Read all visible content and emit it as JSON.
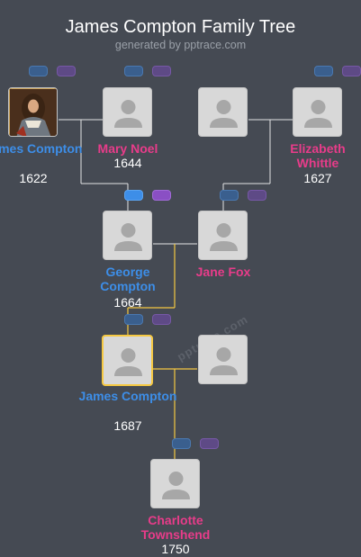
{
  "header": {
    "title": "James Compton Family Tree",
    "subtitle": "generated by pptrace.com",
    "watermark": "pptrace.com"
  },
  "colors": {
    "background": "#454a53",
    "male": "#3d8ee8",
    "female": "#e83c8a",
    "line": "#ffffff",
    "descent_line": "#f5c842",
    "selected": "#f5c842"
  },
  "people": {
    "james_1622": {
      "name": "James Compton",
      "year": "1622",
      "portrait": "oil-painting-portrait"
    },
    "mary_noel": {
      "name": "Mary Noel",
      "year": "1644"
    },
    "unknown_1": {
      "name": "",
      "year": ""
    },
    "elizabeth_whittle": {
      "name": "Elizabeth Whittle",
      "year": "1627"
    },
    "george_compton": {
      "name": "George Compton",
      "year": "1664"
    },
    "jane_fox": {
      "name": "Jane Fox",
      "year": ""
    },
    "james_1687": {
      "name": "James Compton",
      "year": "1687"
    },
    "unknown_2": {
      "name": "",
      "year": ""
    },
    "charlotte": {
      "name": "Charlotte Townshend",
      "year": "1750"
    }
  },
  "icons": {
    "avatar": "person-silhouette-icon",
    "parent_toggle": "parents-toggle-icon"
  }
}
